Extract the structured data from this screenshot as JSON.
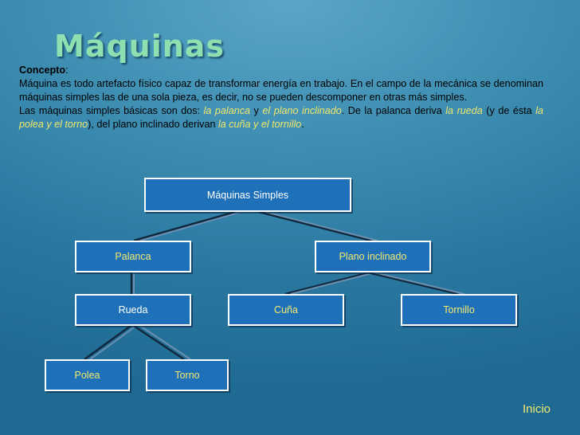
{
  "title": "Máquinas",
  "intro": {
    "concept_label": "Concepto",
    "concept_colon": ":",
    "line1": "Máquina es todo artefacto físico capaz de transformar energía en trabajo. En el campo de la mecánica se denominan máquinas simples las de una sola pieza, es decir, no se pueden descomponer en otras más simples.",
    "line2_a": "Las máquinas simples básicas son dos: ",
    "line2_b": "la palanca",
    "line2_c": " y ",
    "line2_d": "el plano inclinado",
    "line2_e": ". De la palanca deriva ",
    "line2_f": "la rueda",
    "line2_g": " (y de ésta ",
    "line2_h": "la polea y el torno",
    "line2_i": "), del plano inclinado derivan ",
    "line2_j": "la cuña y el tornillo",
    "line2_k": "."
  },
  "diagram": {
    "root": "Máquinas Simples",
    "palanca": "Palanca",
    "plano": "Plano inclinado",
    "rueda": "Rueda",
    "cuna": "Cuña",
    "tornillo": "Tornillo",
    "polea": "Polea",
    "torno": "Torno"
  },
  "nav": {
    "inicio": "Inicio"
  },
  "colors": {
    "node_fill": "#1e70b8",
    "link_yellow": "#f3ea70",
    "title_green": "#8fe0b0"
  }
}
